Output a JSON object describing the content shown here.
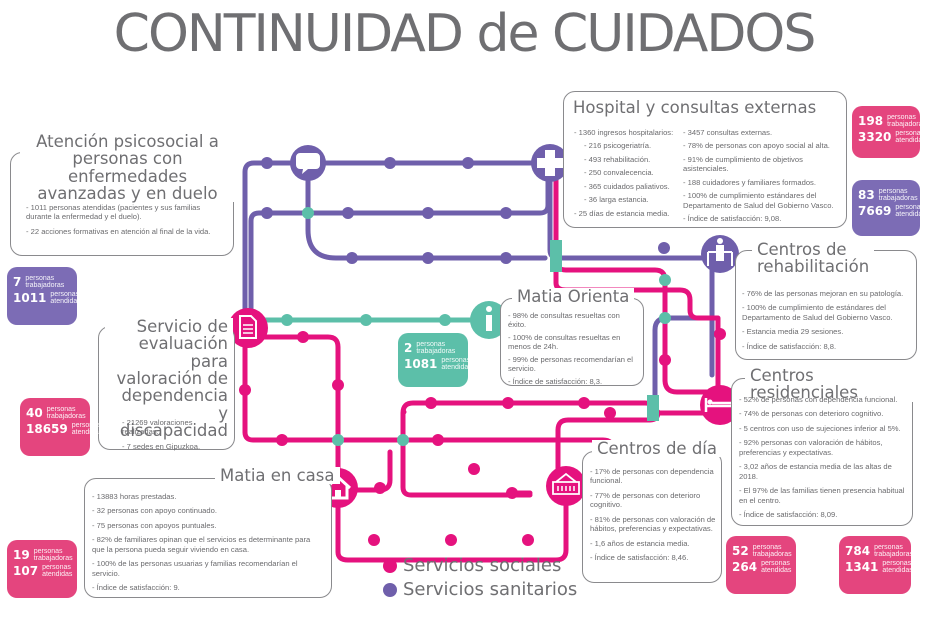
{
  "title": "CONTINUIDAD de CUIDADOS",
  "colors": {
    "social": "#e5127e",
    "sanitario": "#6f5fab",
    "teal": "#5cbfa9",
    "text": "#6b6b6e"
  },
  "sections": {
    "psicosocial": {
      "title": "Atención psicosocial a personas con enfermedades avanzadas y en duelo",
      "title_lines": [
        "Atención psicosocial a",
        "personas con enfermedades",
        "avanzadas y en duelo"
      ],
      "items": [
        "- 1011 personas atendidas (pacientes y sus familias durante la enfermedad y el duelo).",
        "- 22 acciones formativas en atención al final de la vida."
      ],
      "stats": {
        "workers": "7",
        "workers_label": "personas trabajadoras",
        "attended": "1011",
        "attended_label": "personas atendidas"
      }
    },
    "hospital": {
      "title": "Hospital y consultas externas",
      "items_left": [
        "- 1360 ingresos hospitalarios:",
        "- 216 psicogeriatría.",
        "- 493 rehabilitación.",
        "- 250 convalecencia.",
        "- 365 cuidados paliativos.",
        "- 36 larga estancia.",
        "- 25 días de estancia media."
      ],
      "items_right": [
        "- 3457 consultas externas.",
        "- 78% de personas con apoyo social al alta.",
        "- 91% de cumplimiento de objetivos asistenciales.",
        "- 188 cuidadores y familiares formados.",
        "- 100% de cumplimiento estándares del Departamento de Salud del Gobierno Vasco.",
        "- Índice de satisfacción: 9,08."
      ],
      "stats_social": {
        "workers": "198",
        "workers_label": "personas trabajadoras",
        "attended": "3320",
        "attended_label": "personas atendidas"
      },
      "stats_sanitario": {
        "workers": "83",
        "workers_label": "personas trabajadoras",
        "attended": "7669",
        "attended_label": "personas atendidas"
      }
    },
    "rehabilitacion": {
      "title_lines": [
        "Centros de",
        "rehabilitación"
      ],
      "items": [
        "- 76% de las personas mejoran en su patología.",
        "- 100% de cumplimiento de estándares del Departamento de Salud del Gobierno Vasco.",
        "- Estancia media 29 sesiones.",
        "- Índice de satisfacción: 8,8."
      ]
    },
    "valoracion": {
      "title_lines": [
        "Servicio de",
        "evaluación para",
        "valoración de",
        "dependencia y",
        "discapacidad"
      ],
      "items": [
        "- 21269 valoraciones realizadas.",
        "- 7 sedes en Gipuzkoa."
      ],
      "stats": {
        "workers": "40",
        "workers_label": "personas trabajadoras",
        "attended": "18659",
        "attended_label": "personas atendidas"
      }
    },
    "orienta": {
      "title": "Matia Orienta",
      "items": [
        "- 98% de consultas resueltas con éxito.",
        "- 100% de consultas resueltas en menos de 24h.",
        "- 99% de personas recomendarían el servicio.",
        "- Índice de satisfacción: 8,3."
      ],
      "stats": {
        "workers": "2",
        "workers_label": "personas trabajadoras",
        "attended": "1081",
        "attended_label": "personas atendidas"
      }
    },
    "residenciales": {
      "title": "Centros residenciales",
      "items": [
        "- 52% de personas con dependencia funcional.",
        "- 74% de personas con deterioro cognitivo.",
        "- 5 centros con uso de sujeciones inferior al 5%.",
        "- 92% personas con valoración de hábitos, preferencias y expectativas.",
        "- 3,02 años de estancia media de las altas de 2018.",
        "- El 97% de las familias tienen presencia habitual en el centro.",
        "- Índice de satisfacción: 8,09."
      ],
      "stats": {
        "workers": "784",
        "workers_label": "personas trabajadoras",
        "attended": "1341",
        "attended_label": "personas atendidas"
      }
    },
    "dia": {
      "title": "Centros de día",
      "items": [
        "- 17% de personas con dependencia funcional.",
        "- 77% de personas con deterioro cognitivo.",
        "- 81% de personas con valoración de hábitos, preferencias y expectativas.",
        "- 1,6 años de estancia media.",
        "- Índice de satisfacción: 8,46."
      ],
      "stats": {
        "workers": "52",
        "workers_label": "personas trabajadoras",
        "attended": "264",
        "attended_label": "personas atendidas"
      }
    },
    "casa": {
      "title": "Matia en casa",
      "items": [
        "- 13883 horas prestadas.",
        "- 32 personas con apoyo continuado.",
        "- 75 personas con apoyos puntuales.",
        "- 82% de familiares opinan que el servicios es determinante para que la persona pueda seguir viviendo en casa.",
        "- 100% de las personas usuarias y familias recomendarían el servicio.",
        "- Índice de satisfacción: 9."
      ],
      "stats": {
        "workers": "19",
        "workers_label": "personas trabajadoras",
        "attended": "107",
        "attended_label": "personas atendidas"
      }
    }
  },
  "icons": {
    "psicosocial": "speech-bubble-icon",
    "hospital": "medical-cross-icon",
    "rehabilitacion": "walker-icon",
    "valoracion": "document-icon",
    "orienta": "info-icon",
    "residenciales": "bed-icon",
    "dia": "building-icon",
    "casa": "house-icon"
  },
  "legend": [
    {
      "label": "Servicios sociales",
      "color": "#e5127e"
    },
    {
      "label": "Servicios sanitarios",
      "color": "#6f5fab"
    }
  ]
}
